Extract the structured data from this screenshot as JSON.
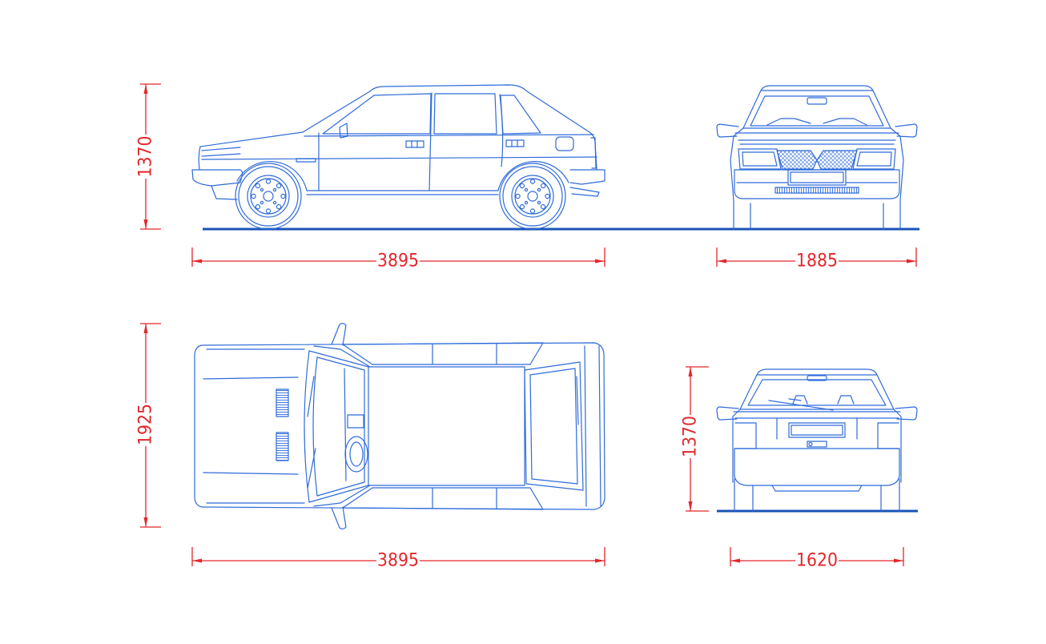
{
  "colors": {
    "background": "#ffffff",
    "drawing": "#2f6bd9",
    "ground": "#1a54b8",
    "dimension": "#e3262b"
  },
  "dimensions": {
    "side_height": "1370",
    "side_length": "3895",
    "front_width": "1885",
    "top_width": "1925",
    "top_length": "3895",
    "rear_height": "1370",
    "rear_track": "1620"
  }
}
